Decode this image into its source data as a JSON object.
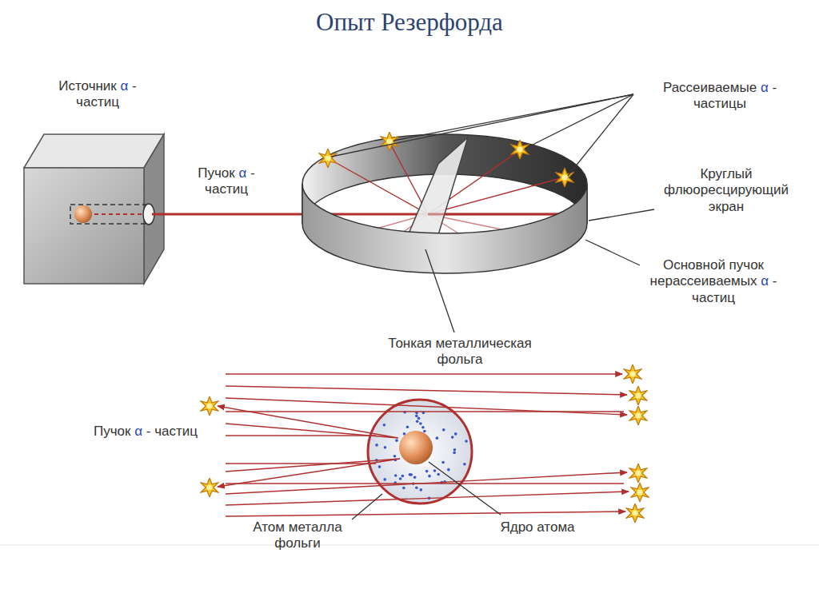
{
  "diagram": {
    "title": "Опыт Резерфорда",
    "labels": [
      "Источник α - частиц",
      "Пучок α - частиц",
      "Рассеиваемые α - частицы",
      "Круглый флюоресцирующий экран",
      "Основной пучок нерассеиваемых α - частиц",
      "Тонкая металлическая фольга",
      "Пучок α - частиц",
      "Атом металла фольги",
      "Ядро атома"
    ]
  }
}
